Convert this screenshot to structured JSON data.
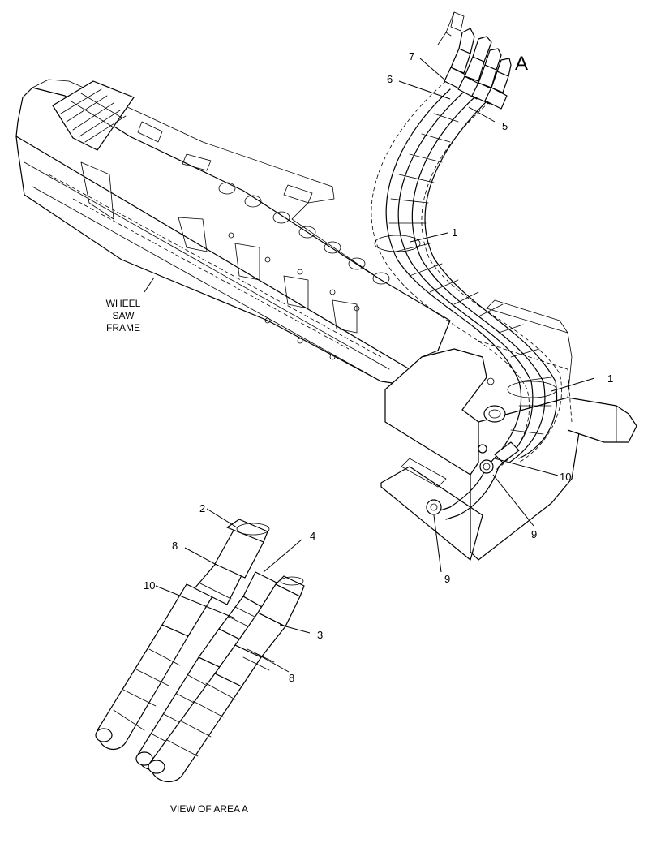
{
  "frame_label": [
    "WHEEL",
    "SAW",
    "FRAME"
  ],
  "area_marker": "A",
  "view_caption": "VIEW OF AREA A",
  "callouts": {
    "c1a": "1",
    "c1b": "1",
    "c2": "2",
    "c3": "3",
    "c4": "4",
    "c5": "5",
    "c6": "6",
    "c7": "7",
    "c8a": "8",
    "c8b": "8",
    "c9a": "9",
    "c9b": "9",
    "c10a": "10",
    "c10b": "10"
  }
}
